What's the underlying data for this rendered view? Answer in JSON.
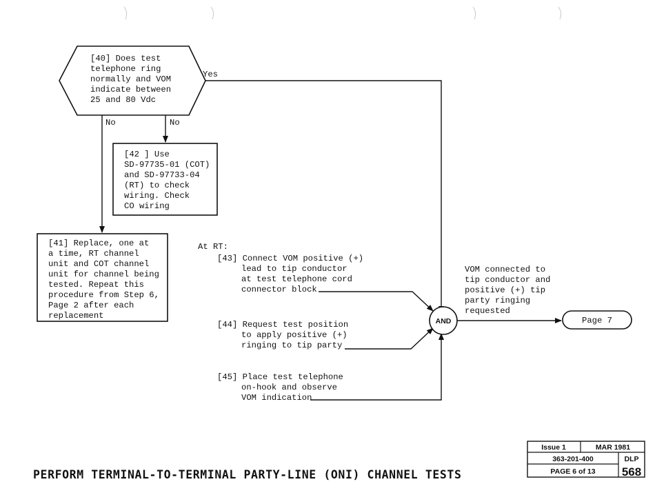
{
  "decision_40": {
    "lines": [
      "[40] Does test",
      "telephone ring",
      "normally and VOM",
      "indicate between",
      "25 and 80 Vdc"
    ],
    "yes_label": "Yes",
    "no_label_left": "No",
    "no_label_right": "No"
  },
  "box_42": {
    "lines": [
      "[42 ] Use",
      "SD-97735-01 (COT)",
      "and SD-97733-04",
      "(RT) to check",
      "wiring. Check",
      "CO wiring"
    ]
  },
  "box_41": {
    "lines": [
      "[41] Replace, one at",
      "a time, RT channel",
      "unit and COT channel",
      "unit for channel being",
      "tested. Repeat this",
      "procedure from Step 6,",
      "Page 2 after each",
      "replacement"
    ]
  },
  "steps": {
    "location_label": "At RT:",
    "step_43": [
      "[43] Connect VOM positive (+)",
      "lead to tip conductor",
      "at test telephone cord",
      "connector block"
    ],
    "step_44": [
      "[44] Request test position",
      "to apply positive (+)",
      "ringing to tip party"
    ],
    "step_45": [
      "[45] Place test telephone",
      "on-hook and observe",
      "VOM indication"
    ]
  },
  "and_gate": {
    "label": "AND"
  },
  "result_note": {
    "lines": [
      "VOM connected to",
      "tip conductor and",
      "positive (+) tip",
      "party ringing",
      "requested"
    ]
  },
  "connector": {
    "label": "Page 7"
  },
  "footer": {
    "title": "PERFORM TERMINAL-TO-TERMINAL PARTY-LINE (ONI) CHANNEL TESTS",
    "issue": "Issue 1",
    "date": "MAR 1981",
    "doc_number": "363-201-400",
    "doc_type": "DLP",
    "page": "PAGE 6 of 13",
    "dlp_number": "568"
  }
}
